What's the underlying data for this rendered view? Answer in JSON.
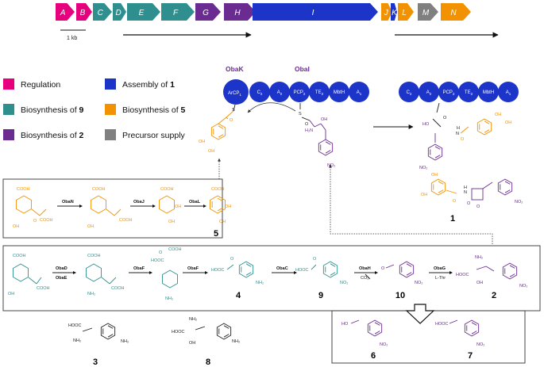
{
  "colors": {
    "regulation": "#e6007e",
    "biosynthesis9": "#2f8f8f",
    "biosynthesis2": "#6a2c91",
    "assembly1": "#1d34c9",
    "biosynthesis5": "#f39200",
    "precursor": "#808080"
  },
  "genes": [
    {
      "label": "A",
      "category": "regulation"
    },
    {
      "label": "B",
      "category": "regulation"
    },
    {
      "label": "C",
      "category": "biosynthesis9"
    },
    {
      "label": "D",
      "category": "biosynthesis9"
    },
    {
      "label": "E",
      "category": "biosynthesis9"
    },
    {
      "label": "F",
      "category": "biosynthesis9"
    },
    {
      "label": "G",
      "category": "biosynthesis2"
    },
    {
      "label": "H",
      "category": "biosynthesis2"
    },
    {
      "label": "I",
      "category": "assembly1"
    },
    {
      "label": "J",
      "category": "biosynthesis5"
    },
    {
      "label": "K",
      "category": "assembly1"
    },
    {
      "label": "L",
      "category": "biosynthesis5"
    },
    {
      "label": "M",
      "category": "precursor"
    },
    {
      "label": "N",
      "category": "biosynthesis5"
    }
  ],
  "scale_bar": "1 kb",
  "legend": [
    {
      "text": "Regulation",
      "category": "regulation"
    },
    {
      "text": "Assembly of ",
      "bold": "1",
      "category": "assembly1"
    },
    {
      "text": "Biosynthesis of ",
      "bold": "9",
      "category": "biosynthesis9"
    },
    {
      "text": "Biosynthesis of ",
      "bold": "5",
      "category": "biosynthesis5"
    },
    {
      "text": "Biosynthesis of ",
      "bold": "2",
      "category": "biosynthesis2"
    },
    {
      "text": "Precursor supply",
      "bold": "",
      "category": "precursor"
    }
  ],
  "proteins": {
    "obak": "ObaK",
    "obai": "ObaI",
    "obak_domain": "ArCP",
    "obak_domain_sub": "1",
    "obai_domains": [
      {
        "main": "C",
        "sub": "2"
      },
      {
        "main": "A",
        "sub": "2"
      },
      {
        "main": "PCP",
        "sub": "2"
      },
      {
        "main": "TE",
        "sub": "2"
      },
      {
        "main": "MbtH",
        "sub": ""
      },
      {
        "main": "A",
        "sub": "1"
      }
    ]
  },
  "enzymes": {
    "obaN": "ObaN",
    "obaJ": "ObaJ",
    "obaL": "ObaL",
    "obaD": "ObaD",
    "obaE": "ObaE",
    "obaF1": "ObaF",
    "obaF2": "ObaF",
    "obaC": "ObaC",
    "obaH": "ObaH",
    "obaG": "ObaG",
    "co2": "CO₂",
    "lthr": "L-Thr"
  },
  "compounds": {
    "c1": "1",
    "c2": "2",
    "c3": "3",
    "c4": "4",
    "c5": "5",
    "c6": "6",
    "c7": "7",
    "c8": "8",
    "c9": "9",
    "c10": "10"
  },
  "atoms": {
    "cooh": "COOH",
    "hooc": "HOOC",
    "oh": "OH",
    "ho": "HO",
    "nh2": "NH₂",
    "h2n": "H₂N",
    "no2": "NO₂",
    "o": "O",
    "s": "S",
    "h": "H",
    "n": "N"
  }
}
